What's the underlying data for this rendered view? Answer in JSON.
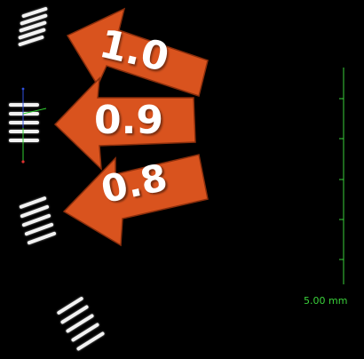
{
  "viewer": {
    "background_color": "#000000",
    "callouts": [
      {
        "label": "1.0",
        "color": "#d9531e"
      },
      {
        "label": "0.9",
        "color": "#d9531e"
      },
      {
        "label": "0.8",
        "color": "#d9531e"
      }
    ],
    "scale_bar": {
      "label": "5.00 mm",
      "color": "#3ad13a"
    },
    "axis_gizmo_colors": {
      "x": "#e03030",
      "y": "#30d030",
      "z": "#3050e0"
    }
  }
}
